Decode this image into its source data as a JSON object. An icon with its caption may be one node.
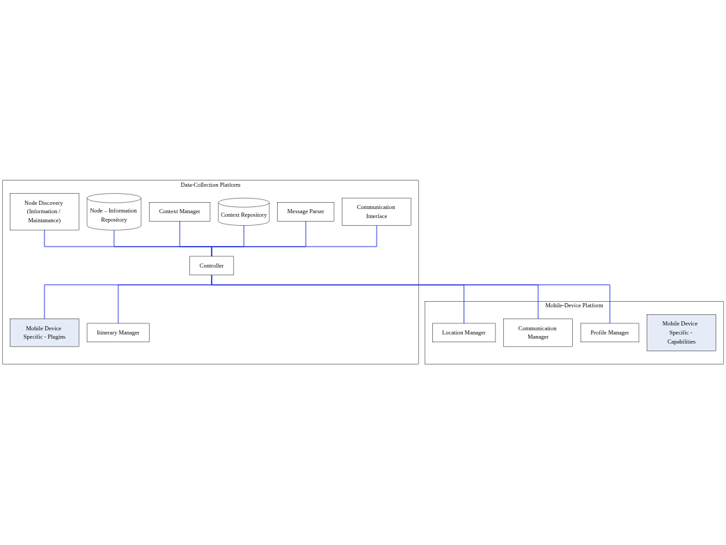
{
  "diagram": {
    "nodes": [
      {
        "text": [
          "Data-Collection Platform"
        ]
      },
      {
        "text": [
          "Node Discovery (Information / Maintanance)"
        ],
        "in": 0
      },
      {
        "text": [
          "Node – Information Repository"
        ],
        "in": 0
      },
      {
        "text": [
          "Context Manager"
        ],
        "in": 0
      },
      {
        "text": [
          "Context Repository"
        ],
        "in": 0
      },
      {
        "text": [
          "Mobile Device Specific - Plugins"
        ],
        "in": 0
      },
      {
        "text": [
          "Message Parser"
        ],
        "in": 0
      },
      {
        "text": [
          "Controller"
        ],
        "in": 0
      },
      {
        "text": [
          "Communication Interface"
        ],
        "in": 0
      },
      {
        "text": [
          "Itinerary Manager"
        ],
        "in": 0
      },
      {
        "text": [
          "Mobile-Device Platform"
        ]
      },
      {
        "text": [
          "Location Manager"
        ],
        "in": 10
      },
      {
        "text": [
          "Communication Manager"
        ],
        "in": 10
      },
      {
        "text": [
          "Profile Manager"
        ],
        "in": 10
      },
      {
        "text": [
          "Mobile Device  Specific - Capabilities"
        ],
        "in": 10
      }
    ],
    "edges": [
      {
        "from": 1,
        "to": 7,
        "arrow": "none"
      },
      {
        "from": 2,
        "to": 7,
        "arrow": "none"
      },
      {
        "from": 3,
        "to": 7,
        "arrow": "none"
      },
      {
        "from": 4,
        "to": 7,
        "arrow": "none"
      },
      {
        "from": 6,
        "to": 7,
        "arrow": "none"
      },
      {
        "from": 8,
        "to": 7,
        "arrow": "none"
      },
      {
        "from": 7,
        "to": 5,
        "arrow": "none"
      },
      {
        "from": 7,
        "to": 9,
        "arrow": "none"
      },
      {
        "from": 7,
        "to": 11,
        "arrow": "none"
      },
      {
        "from": 7,
        "to": 12,
        "arrow": "none"
      },
      {
        "from": 7,
        "to": 13,
        "arrow": "none"
      }
    ]
  }
}
